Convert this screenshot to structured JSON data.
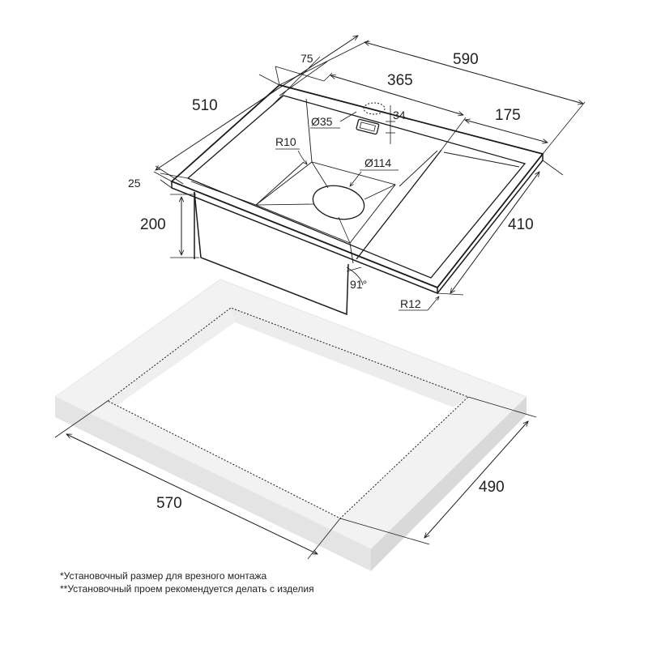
{
  "colors": {
    "line": "#1a1a1a",
    "text": "#222222",
    "countertop_top": "#f2f2f2",
    "countertop_side": "#e2e2e2"
  },
  "sink": {
    "dimensions": {
      "total_width": "590",
      "depth_total": "510",
      "bowl_width": "365",
      "drainboard_width": "175",
      "back_rim": "75",
      "rim_thickness": "25",
      "bowl_depth": "200",
      "side_depth": "410"
    },
    "labels": {
      "tap_hole": "Ø35",
      "tap_offset": "34",
      "drain": "Ø114",
      "inner_radius": "R10",
      "outer_radius": "R12",
      "wall_angle": "91°"
    }
  },
  "cutout": {
    "width": "570",
    "depth": "490"
  },
  "notes": [
    "*Установочный размер для врезного монтажа",
    "**Установочный проем рекомендуется делать с изделия"
  ]
}
